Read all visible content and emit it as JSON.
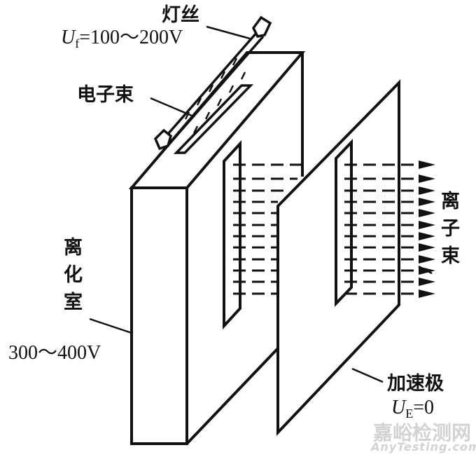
{
  "diagram": {
    "type": "schematic",
    "subject": "electron impact ion source",
    "labels": {
      "filament": "灯丝",
      "filament_voltage_symbol": "U",
      "filament_voltage_sub": "f",
      "filament_voltage_value": "=100～200V",
      "electron_beam": "电子束",
      "ionization_chamber": "离化室",
      "chamber_voltage": "300～400V",
      "ion_beam": "离子束",
      "accelerator": "加速极",
      "accelerator_voltage_symbol": "U",
      "accelerator_voltage_sub": "E",
      "accelerator_voltage_value": "=0"
    },
    "colors": {
      "line": "#111111",
      "background": "#ffffff",
      "watermark": "#d2d2d2"
    },
    "beam_line_count": 12
  },
  "watermark": {
    "cn": "嘉峪检测网",
    "en": "AnyTesting.com"
  }
}
